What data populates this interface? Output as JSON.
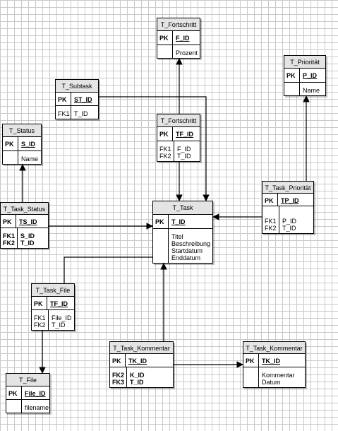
{
  "entities": {
    "fortschritt_top": {
      "title": "T_Fortschritt",
      "pk_label": "PK",
      "pk": "F_ID",
      "keys": [],
      "attrs": [
        "Prozent"
      ]
    },
    "prioritaet": {
      "title": "T_Priorität",
      "pk_label": "PK",
      "pk": "P_ID",
      "keys": [],
      "attrs": [
        "Name"
      ]
    },
    "subtask": {
      "title": "T_Subtask",
      "pk_label": "PK",
      "pk": "ST_ID",
      "keys": [
        "FK1"
      ],
      "attrs": [
        "T_ID"
      ]
    },
    "fortschritt_mid": {
      "title": "T_Fortschritt",
      "pk_label": "PK",
      "pk": "TF_ID",
      "keys": [
        "FK1",
        "FK2"
      ],
      "attrs": [
        "F_ID",
        "T_ID"
      ]
    },
    "status": {
      "title": "T_Status",
      "pk_label": "PK",
      "pk": "S_ID",
      "keys": [],
      "attrs": [
        "Name"
      ]
    },
    "task_status": {
      "title": "T_Task_Status",
      "pk_label": "PK",
      "pk": "TS_ID",
      "keys": [
        "FK1",
        "FK2"
      ],
      "attrs": [
        "S_ID",
        "T_ID"
      ]
    },
    "task": {
      "title": "T_Task",
      "pk_label": "PK",
      "pk": "T_ID",
      "keys": [],
      "attrs": [
        "Titel",
        "Beschreibung",
        "Startdatum",
        "Enddatum"
      ]
    },
    "task_prioritaet": {
      "title": "T_Task_Priorität",
      "pk_label": "PK",
      "pk": "TP_ID",
      "keys": [
        "FK1",
        "FK2"
      ],
      "attrs": [
        "P_ID",
        "T_ID"
      ]
    },
    "task_file": {
      "title": "T_Task_File",
      "pk_label": "PK",
      "pk": "TF_ID",
      "keys": [
        "FK1",
        "FK2"
      ],
      "attrs": [
        "File_ID",
        "T_ID"
      ]
    },
    "file": {
      "title": "T_File",
      "pk_label": "PK",
      "pk": "File_ID",
      "keys": [],
      "attrs": [
        "filename"
      ]
    },
    "task_kommentar_left": {
      "title": "T_Task_Kommentar",
      "pk_label": "PK",
      "pk": "TK_ID",
      "keys": [
        "FK2",
        "FK3"
      ],
      "attrs": [
        "K_ID",
        "T_ID"
      ]
    },
    "task_kommentar_right": {
      "title": "T_Task_Kommentar",
      "pk_label": "PK",
      "pk": "TK_ID",
      "keys": [],
      "attrs": [
        "Kommentar",
        "Datum"
      ]
    }
  }
}
